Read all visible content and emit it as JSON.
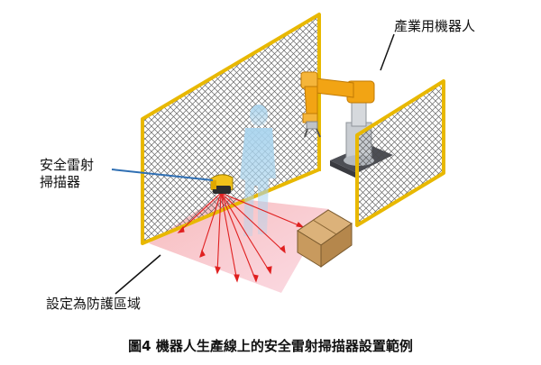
{
  "labels": {
    "industrial_robot": "產業用機器人",
    "scanner_line1": "安全雷射",
    "scanner_line2": "掃描器",
    "protection_zone": "設定為防護區域"
  },
  "caption": "圖4  機器人生產線上的安全雷射掃描器設置範例",
  "colors": {
    "fence_frame": "#e8b800",
    "mesh": "#555555",
    "zone_fill": "#f4a0a0",
    "laser": "#e02020",
    "robot_orange": "#f2a414",
    "robot_gray": "#c9cdd2",
    "person": "#9fcbe6",
    "box": "#c89a5e",
    "leader_line": "#2f6fb3"
  },
  "icons": [
    "robot-arm-icon",
    "person-silhouette-icon",
    "cardboard-box-icon",
    "laser-scanner-icon"
  ]
}
